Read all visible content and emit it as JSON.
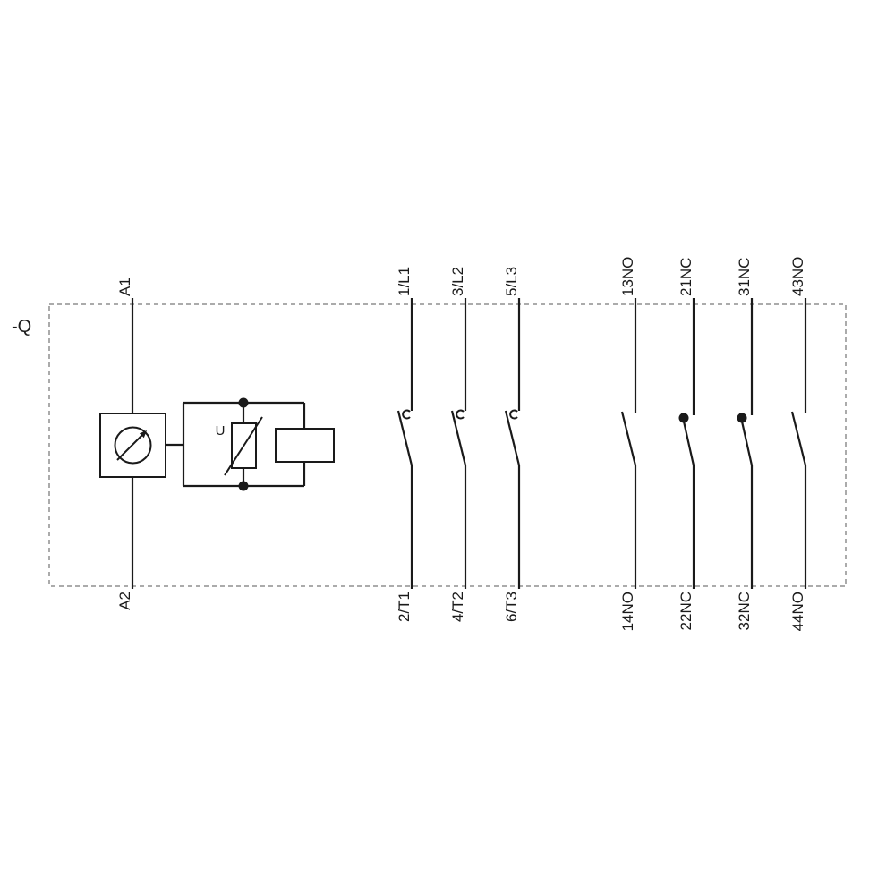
{
  "device_tag": "-Q",
  "coil": {
    "top_terminal": "A1",
    "bottom_terminal": "A2",
    "varistor_label": "U"
  },
  "contacts": [
    {
      "pole": "main",
      "type": "NO",
      "top": "1/L1",
      "bottom": "2/T1"
    },
    {
      "pole": "main",
      "type": "NO",
      "top": "3/L2",
      "bottom": "4/T2"
    },
    {
      "pole": "main",
      "type": "NO",
      "top": "5/L3",
      "bottom": "6/T3"
    },
    {
      "pole": "auxiliary",
      "type": "NO",
      "top": "13NO",
      "bottom": "14NO"
    },
    {
      "pole": "auxiliary",
      "type": "NC",
      "top": "21NC",
      "bottom": "22NC"
    },
    {
      "pole": "auxiliary",
      "type": "NC",
      "top": "31NC",
      "bottom": "32NC"
    },
    {
      "pole": "auxiliary",
      "type": "NO",
      "top": "43NO",
      "bottom": "44NO"
    }
  ],
  "colors": {
    "line": "#1a1a1a",
    "border": "#8f8f8f",
    "background": "#ffffff"
  }
}
